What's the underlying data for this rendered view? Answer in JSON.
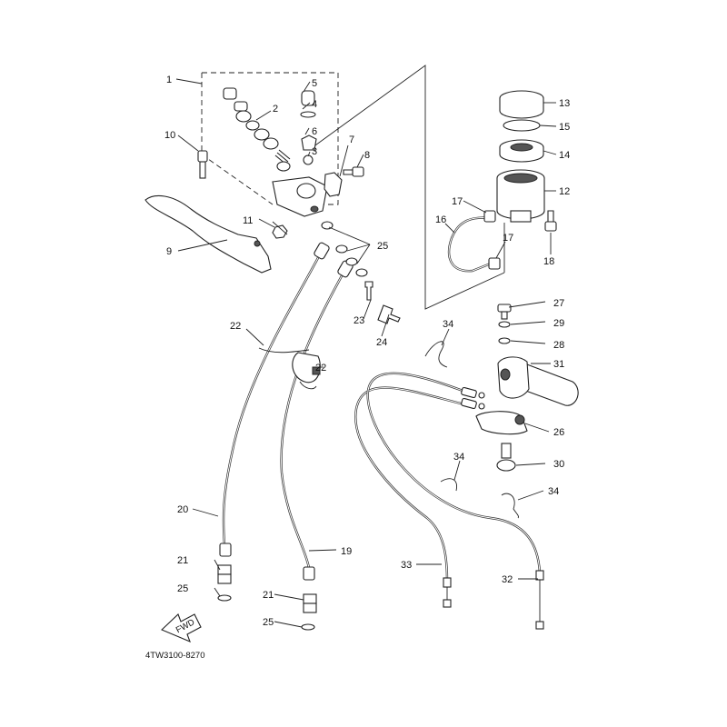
{
  "diagram": {
    "part_labels": {
      "p1": "1",
      "p2": "2",
      "p3": "3",
      "p4": "4",
      "p5": "5",
      "p6": "6",
      "p7": "7",
      "p8": "8",
      "p9": "9",
      "p10": "10",
      "p11": "11",
      "p12": "12",
      "p13": "13",
      "p14": "14",
      "p15": "15",
      "p16": "16",
      "p17a": "17",
      "p17b": "17",
      "p18": "18",
      "p19": "19",
      "p20": "20",
      "p21a": "21",
      "p21b": "21",
      "p22a": "22",
      "p22b": "22",
      "p23": "23",
      "p24": "24",
      "p25a": "25",
      "p25b": "25",
      "p25c": "25",
      "p26": "26",
      "p27": "27",
      "p28": "28",
      "p29": "29",
      "p30": "30",
      "p31": "31",
      "p32": "32",
      "p33": "33",
      "p34a": "34",
      "p34b": "34",
      "p34c": "34"
    },
    "fwd_label": "FWD",
    "drawing_code": "4TW3100-8270"
  }
}
